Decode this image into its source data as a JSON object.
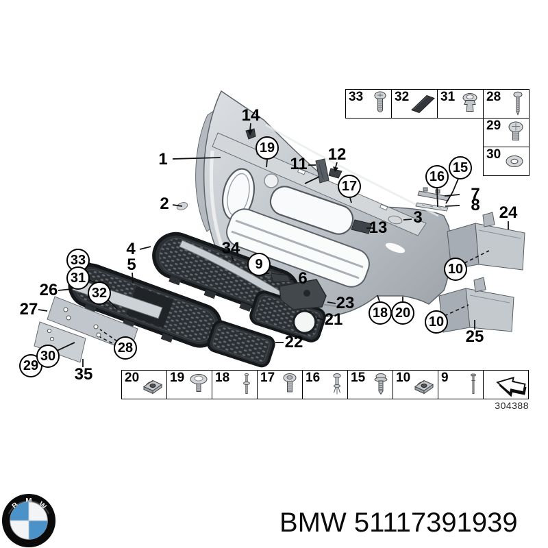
{
  "callouts_plain": [
    "1",
    "2",
    "14",
    "11",
    "12",
    "7",
    "8",
    "3",
    "13",
    "24",
    "25",
    "23",
    "21",
    "22",
    "6",
    "4",
    "5",
    "34",
    "26",
    "27",
    "35"
  ],
  "callouts_circled": [
    "33",
    "31",
    "32",
    "29",
    "30",
    "28",
    "19",
    "17",
    "9",
    "16",
    "15",
    "10",
    "10",
    "18",
    "20"
  ],
  "fastener_table": {
    "cells": [
      {
        "number": "33",
        "icon": "pan-head-screw"
      },
      {
        "number": "32",
        "icon": "adhesive-pad"
      },
      {
        "number": "31",
        "icon": "expanding-grommet"
      },
      {
        "number": "28",
        "icon": "long-screw"
      },
      {
        "number": "29",
        "icon": "round-head-bolt"
      },
      {
        "number": "30",
        "icon": "washer"
      }
    ]
  },
  "fastener_strip": {
    "cells": [
      {
        "number": "20",
        "icon": "clip-nut"
      },
      {
        "number": "19",
        "icon": "push-rivet"
      },
      {
        "number": "18",
        "icon": "pin-rivet"
      },
      {
        "number": "17",
        "icon": "flange-bolt"
      },
      {
        "number": "16",
        "icon": "blind-rivet"
      },
      {
        "number": "15",
        "icon": "washer-screw"
      },
      {
        "number": "10",
        "icon": "clip-nut"
      },
      {
        "number": "9",
        "icon": "pin"
      },
      {
        "number": "",
        "icon": "direction-arrow"
      }
    ]
  },
  "diagram_number": "304388",
  "footer": {
    "brand": "BMW",
    "part_number": "BMW 51117391939"
  },
  "colors": {
    "body_gray": "#c6cbd0",
    "grille_dark": "#2c3034",
    "line": "#111111",
    "roundel_blue": "#4b92c8"
  }
}
